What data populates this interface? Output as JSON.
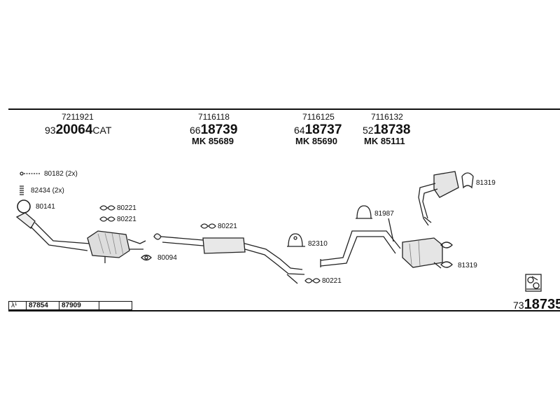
{
  "header_parts": [
    {
      "top": "7211921",
      "prefix": "93",
      "main": "20064",
      "suffix": "CAT",
      "mk": ""
    },
    {
      "top": "7116118",
      "prefix": "66",
      "main": "18739",
      "suffix": "",
      "mk": "MK 85689"
    },
    {
      "top": "7116125",
      "prefix": "64",
      "main": "18737",
      "suffix": "",
      "mk": "MK 85690"
    },
    {
      "top": "7116132",
      "prefix": "52",
      "main": "18738",
      "suffix": "",
      "mk": "MK 85111"
    }
  ],
  "labels": {
    "bolt": "80182 (2x)",
    "spring": "82434 (2x)",
    "ring": "80141",
    "gasket_a": "80221",
    "gasket_b": "80221",
    "gasket_front": "80094",
    "gasket_mid": "80221",
    "clamp_mid": "82310",
    "gasket_rear": "80221",
    "clamp_rear": "81987",
    "hanger_top": "81319",
    "hanger_bottom": "81319"
  },
  "footer_table": {
    "col1": "λ¹",
    "col2": "87854",
    "col3": "87909",
    "col4": ""
  },
  "bottom_part": {
    "prefix": "73",
    "main": "18735"
  },
  "icons": {
    "logo": "exhaust-logo-icon"
  }
}
